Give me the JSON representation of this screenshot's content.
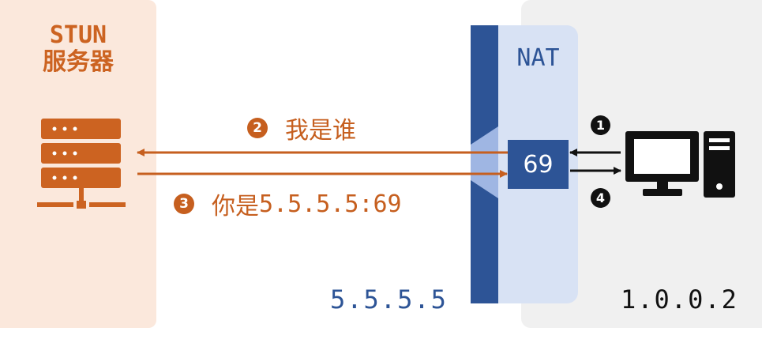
{
  "stun": {
    "title_line1": "STUN",
    "title_line2": "服务器",
    "color": "#cc6321"
  },
  "nat": {
    "label": "NAT",
    "port": "69",
    "ip": "5.5.5.5",
    "color": "#2d5496"
  },
  "client": {
    "ip": "1.0.0.2"
  },
  "messages": [
    {
      "step": "❷",
      "text": "我是谁"
    },
    {
      "step": "❸",
      "text_prefix": "你是",
      "text_addr": "5.5.5.5:69"
    }
  ],
  "steps": {
    "out": "❶",
    "in": "❹"
  }
}
